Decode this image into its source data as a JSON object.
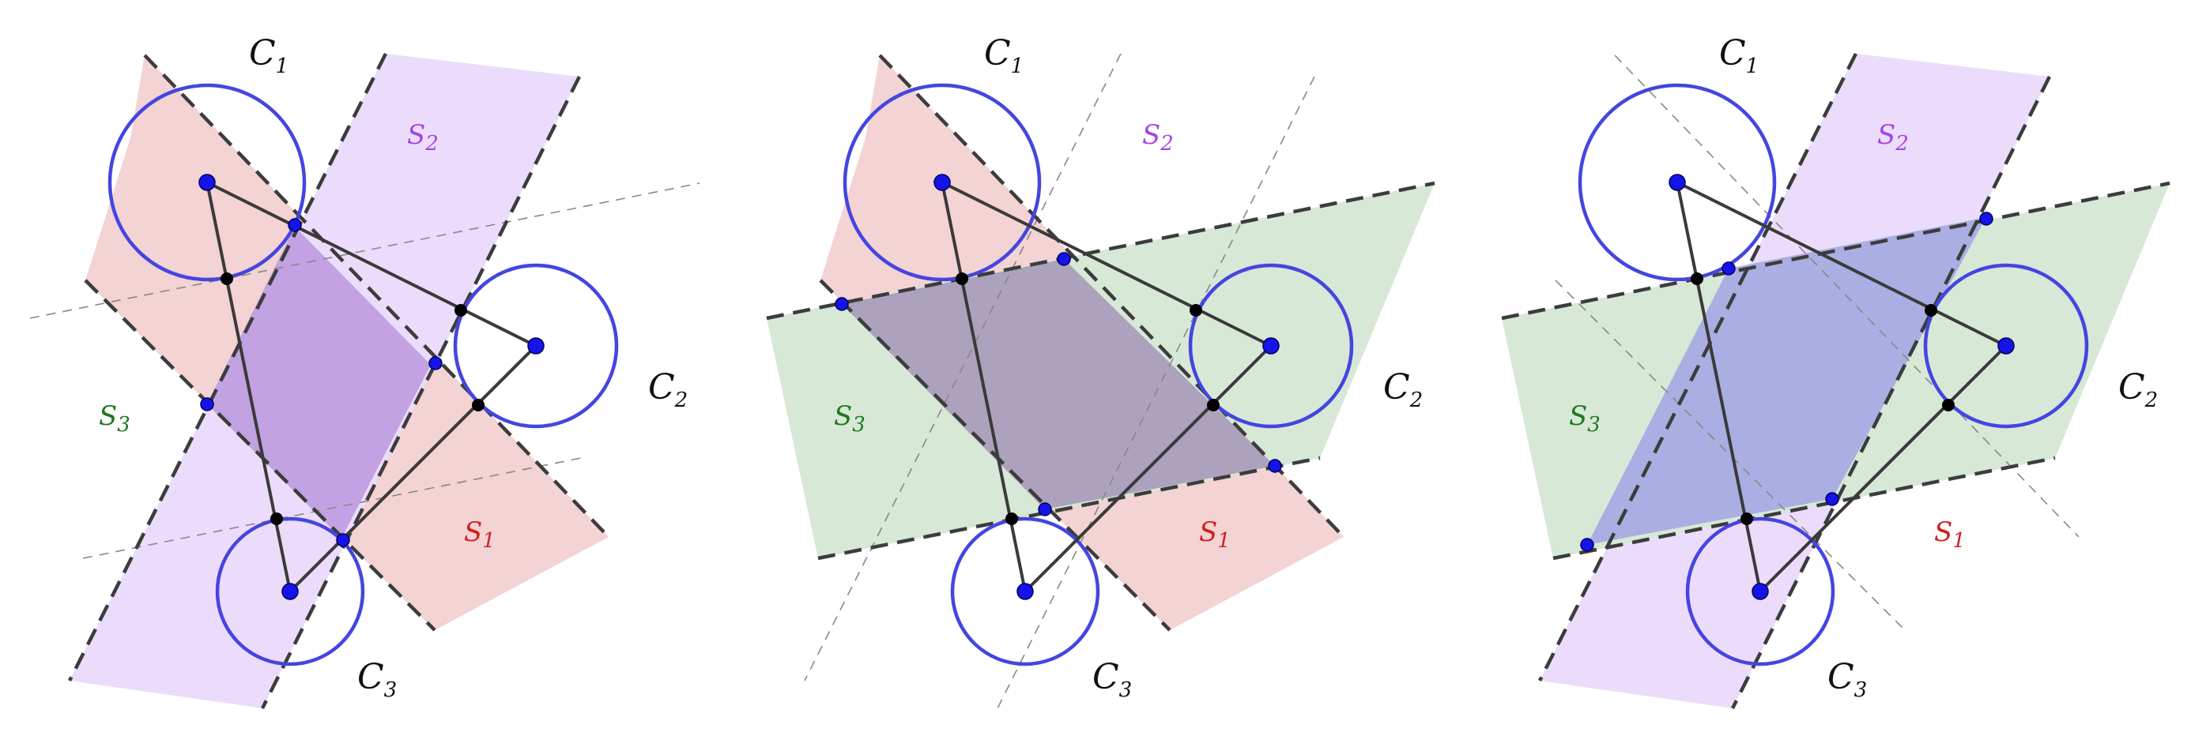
{
  "colors": {
    "circle": "#4545e0",
    "triangle": "#3a3a3a",
    "dash": "#3c3c3c",
    "thin_dash": "#888888",
    "point_blue": "#1414e8",
    "point_black": "#000000",
    "s1_fill": "#f3d3d3",
    "s2_fill": "#ecdcfb",
    "s3_fill": "#d7e8d7",
    "s1_text": "#d21f1f",
    "s2_text": "#a546e6",
    "s3_text": "#1f7a1f",
    "overlap_1": "#c3a2e3",
    "overlap_2": "#aca2bd",
    "overlap_3": "#abaee2"
  },
  "panels": [
    {
      "labels": {
        "C1": {
          "main": "C",
          "sub": "1"
        },
        "C2": {
          "main": "C",
          "sub": "2"
        },
        "C3": {
          "main": "C",
          "sub": "3"
        },
        "S1": {
          "main": "S",
          "sub": "1"
        },
        "S2": {
          "main": "S",
          "sub": "2"
        },
        "S3": {
          "main": "S",
          "sub": "3"
        }
      }
    },
    {
      "labels": {
        "C1": {
          "main": "C",
          "sub": "1"
        },
        "C2": {
          "main": "C",
          "sub": "2"
        },
        "C3": {
          "main": "C",
          "sub": "3"
        },
        "S1": {
          "main": "S",
          "sub": "1"
        },
        "S2": {
          "main": "S",
          "sub": "2"
        },
        "S3": {
          "main": "S",
          "sub": "3"
        }
      }
    },
    {
      "labels": {
        "C1": {
          "main": "C",
          "sub": "1"
        },
        "C2": {
          "main": "C",
          "sub": "2"
        },
        "C3": {
          "main": "C",
          "sub": "3"
        },
        "S1": {
          "main": "S",
          "sub": "1"
        },
        "S2": {
          "main": "S",
          "sub": "2"
        },
        "S3": {
          "main": "S",
          "sub": "3"
        }
      }
    }
  ]
}
